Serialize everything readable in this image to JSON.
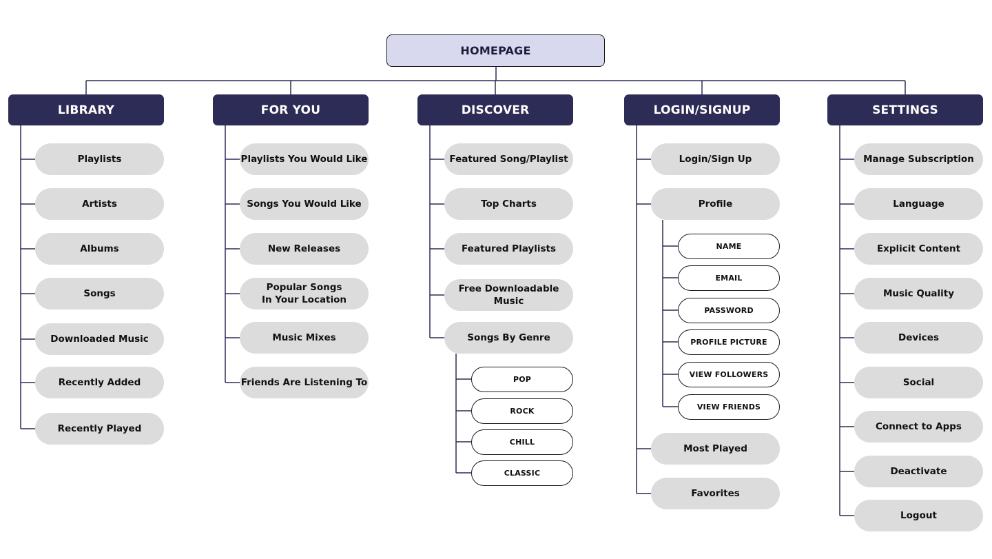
{
  "root": {
    "label": "HOMEPAGE"
  },
  "categories": [
    {
      "label": "LIBRARY",
      "items": [
        {
          "label": "Playlists"
        },
        {
          "label": "Artists"
        },
        {
          "label": "Albums"
        },
        {
          "label": "Songs"
        },
        {
          "label": "Downloaded Music"
        },
        {
          "label": "Recently Added"
        },
        {
          "label": "Recently Played"
        }
      ]
    },
    {
      "label": "FOR YOU",
      "items": [
        {
          "label": "Playlists You Would Like"
        },
        {
          "label": "Songs You Would Like"
        },
        {
          "label": "New Releases"
        },
        {
          "label": "Popular Songs\nIn Your Location"
        },
        {
          "label": "Music Mixes"
        },
        {
          "label": "Friends Are Listening To"
        }
      ]
    },
    {
      "label": "DISCOVER",
      "items": [
        {
          "label": "Featured Song/Playlist"
        },
        {
          "label": "Top Charts"
        },
        {
          "label": "Featured Playlists"
        },
        {
          "label": "Free Downloadable\nMusic"
        },
        {
          "label": "Songs By Genre",
          "children": [
            "POP",
            "ROCK",
            "CHILL",
            "CLASSIC"
          ]
        }
      ]
    },
    {
      "label": "LOGIN/SIGNUP",
      "items": [
        {
          "label": "Login/Sign Up"
        },
        {
          "label": "Profile",
          "children": [
            "NAME",
            "EMAIL",
            "PASSWORD",
            "PROFILE PICTURE",
            "VIEW FOLLOWERS",
            "VIEW FRIENDS"
          ]
        },
        {
          "label": "Most Played"
        },
        {
          "label": "Favorites"
        }
      ]
    },
    {
      "label": "SETTINGS",
      "items": [
        {
          "label": "Manage Subscription"
        },
        {
          "label": "Language"
        },
        {
          "label": "Explicit Content"
        },
        {
          "label": "Music Quality"
        },
        {
          "label": "Devices"
        },
        {
          "label": "Social"
        },
        {
          "label": "Connect to Apps"
        },
        {
          "label": "Deactivate"
        },
        {
          "label": "Logout"
        }
      ]
    }
  ],
  "colors": {
    "category": "#2c2c56",
    "root": "#d8d9ee",
    "item": "#dcdcdc",
    "connector": "#2c2c56"
  }
}
